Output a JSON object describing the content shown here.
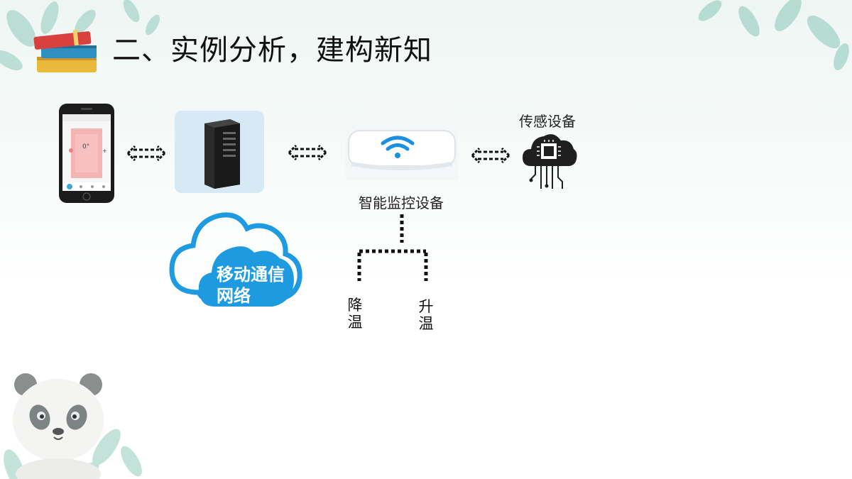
{
  "slide": {
    "title": "二、实例分析，建构新知"
  },
  "phone": {
    "screen_value": "0°"
  },
  "nodes": {
    "sensor_label": "传感设备",
    "monitor_label": "智能监控设备"
  },
  "cloud": {
    "line1": "移动通信",
    "line2": "网络"
  },
  "branches": {
    "left": "降温",
    "right": "升温"
  },
  "colors": {
    "cloud_blue": "#1e9be0",
    "wifi_blue": "#1a8fe3",
    "server_bg": "#d7e9f4",
    "leaf_green": "#9fcfc4"
  }
}
